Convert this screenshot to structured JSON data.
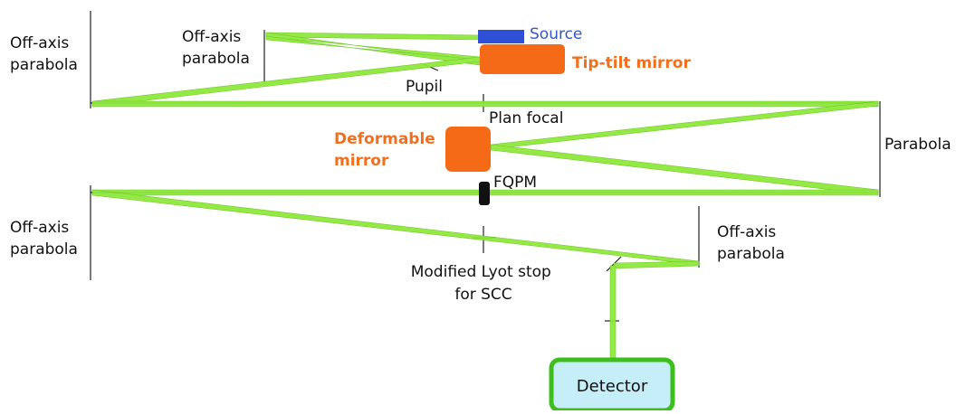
{
  "colors": {
    "beam": "#8fe83a",
    "beam_dark": "#6cc826",
    "axis": "#3a5fa8",
    "source": "#2e4fd6",
    "mirror": "#f46a16",
    "detector_fill": "#c6eef8",
    "detector_border": "#3cbf1c",
    "ink": "#111111"
  },
  "labels": {
    "oap1": [
      "Off-axis",
      "parabola"
    ],
    "oap2": [
      "Off-axis",
      "parabola"
    ],
    "source": "Source",
    "tiptilt": "Tip-tilt mirror",
    "pupil": "Pupil",
    "plan_focal": "Plan focal",
    "parabola": "Parabola",
    "dm": [
      "Deformable",
      "mirror"
    ],
    "fqpm": "FQPM",
    "oap3": [
      "Off-axis",
      "parabola"
    ],
    "oap4": [
      "Off-axis",
      "parabola"
    ],
    "lyot": [
      "Modified Lyot stop",
      "for SCC"
    ],
    "detector": "Detector"
  },
  "icons": {
    "source": "source-block",
    "tiptilt": "tip-tilt-mirror-block",
    "dm": "deformable-mirror-block",
    "fqpm": "fqpm-mask",
    "detector": "detector-box"
  }
}
